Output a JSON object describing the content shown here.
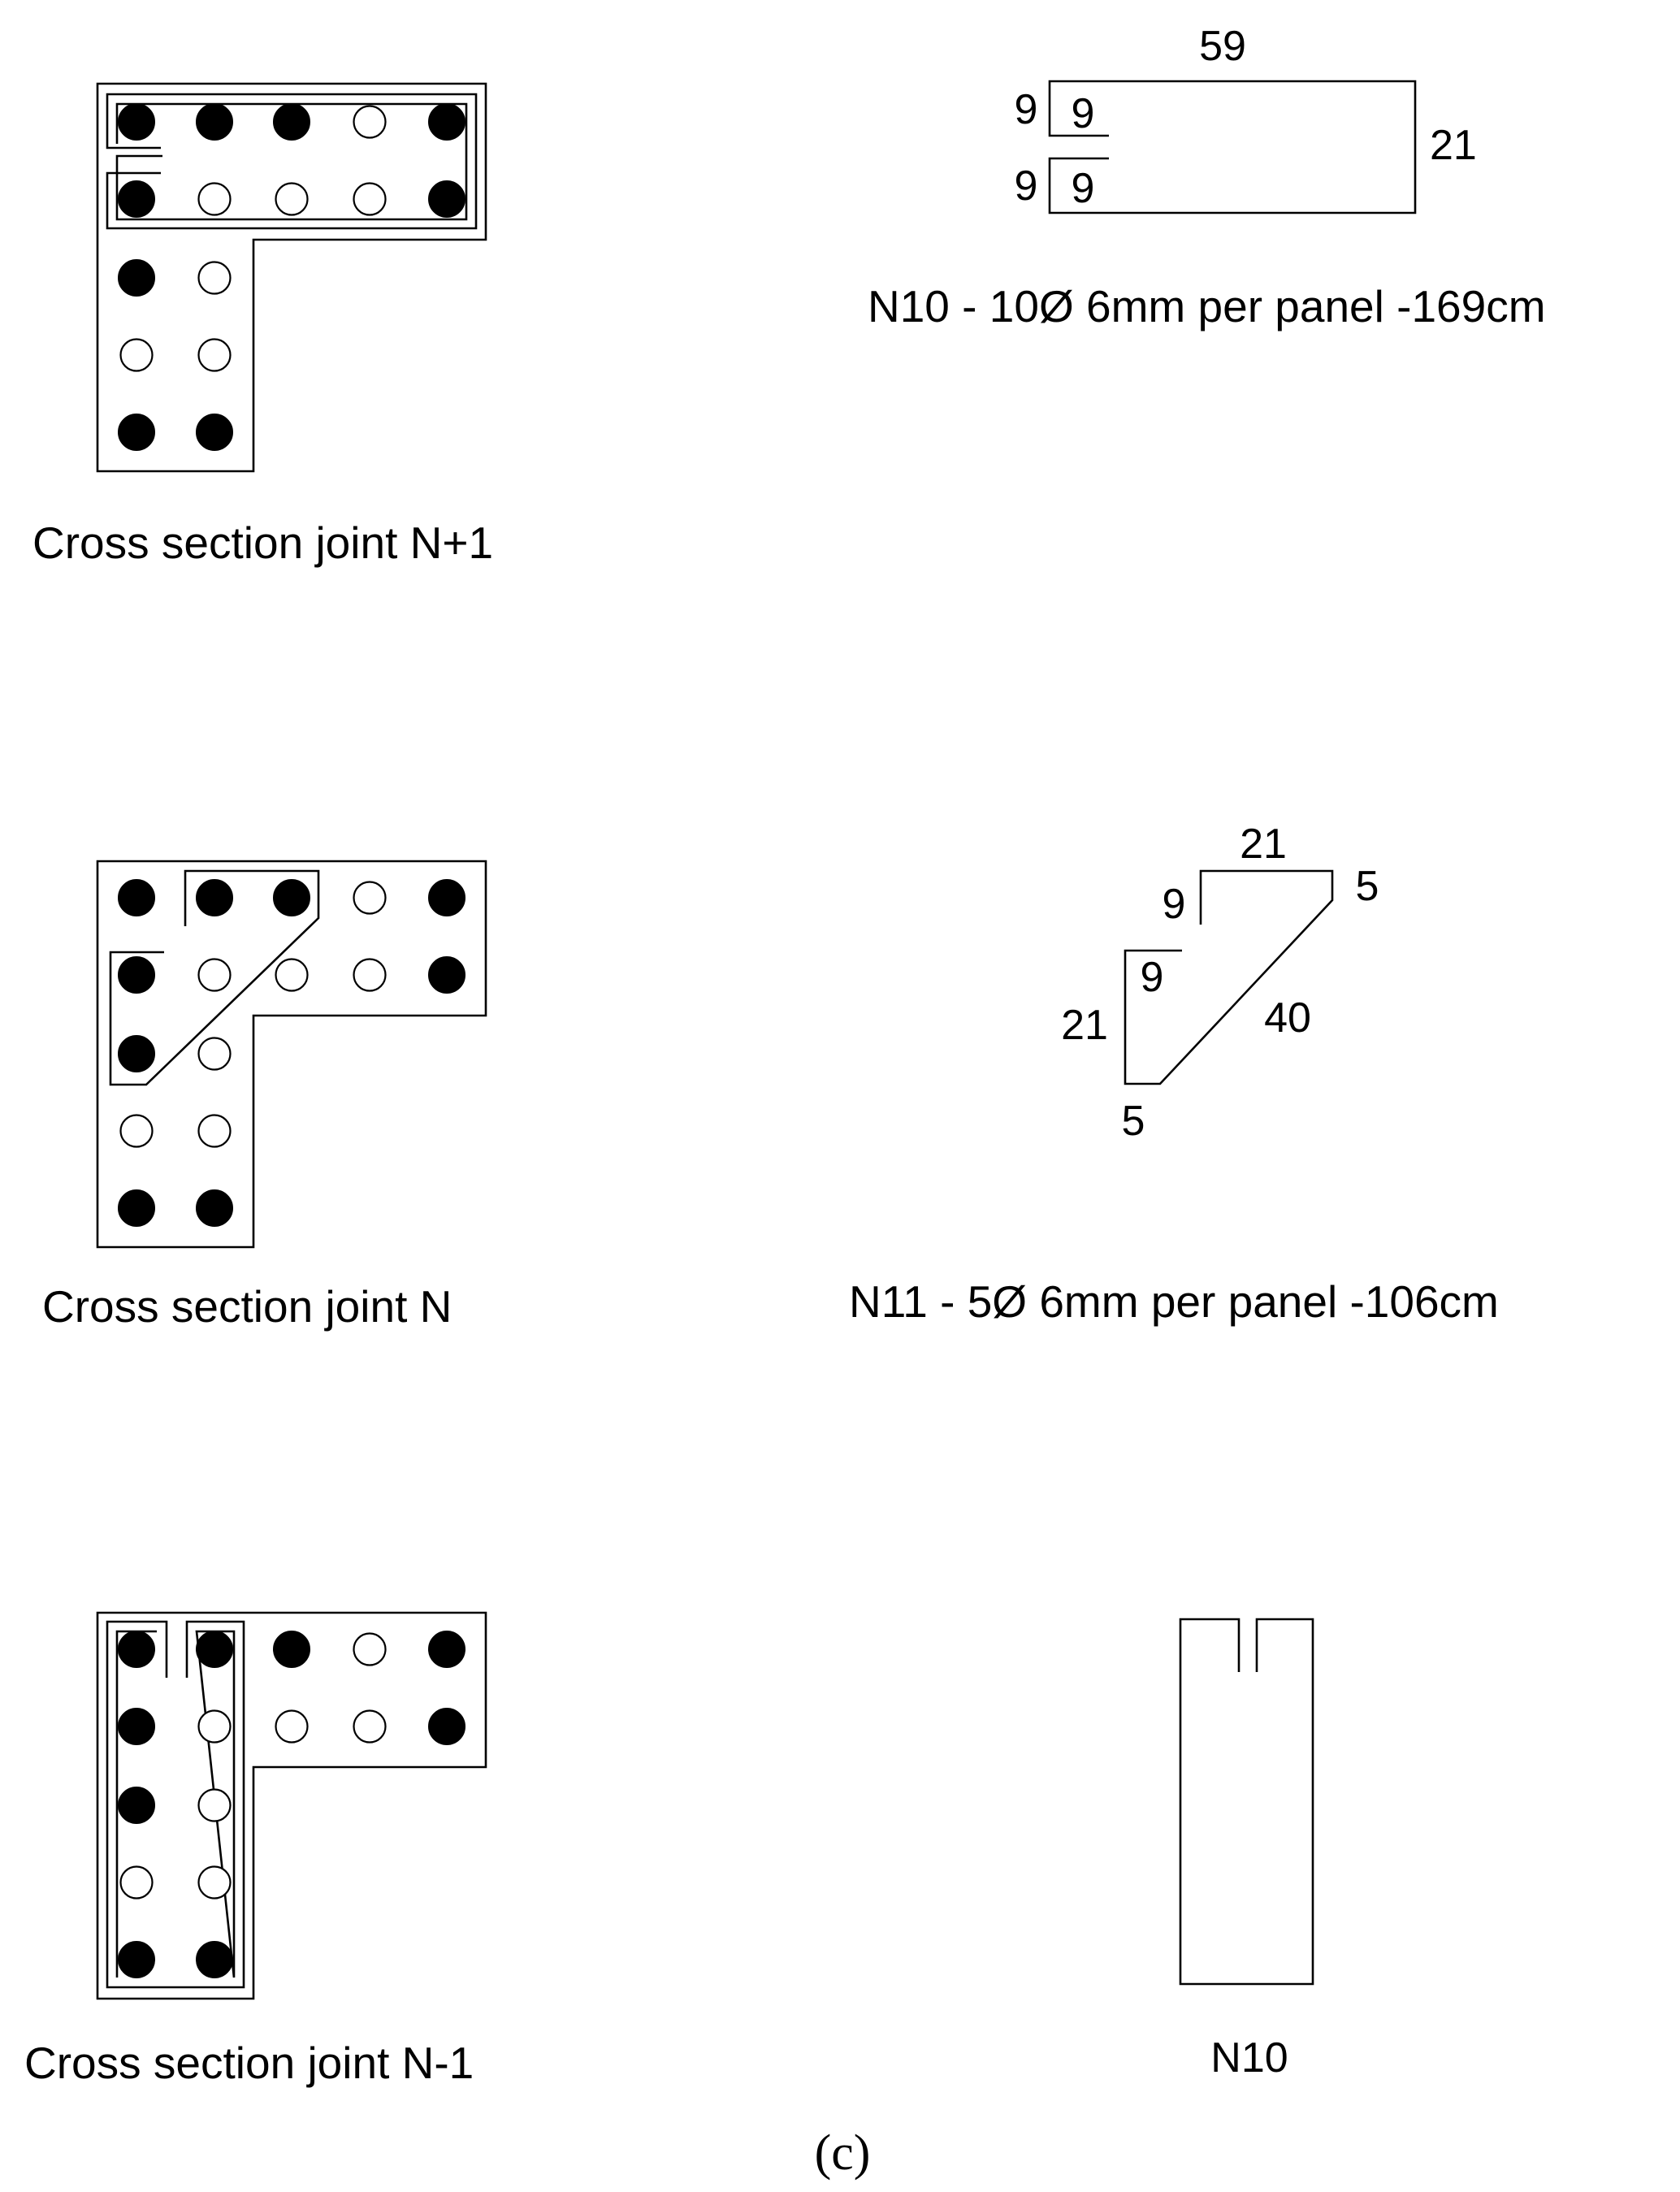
{
  "figure_label": "(c)",
  "sections": [
    {
      "caption": "Cross section joint N+1",
      "rows": [
        [
          1,
          1,
          1,
          0,
          1
        ],
        [
          1,
          0,
          0,
          0,
          1
        ],
        [
          1,
          0
        ],
        [
          0,
          0
        ],
        [
          1,
          1
        ]
      ]
    },
    {
      "caption": "Cross section joint N",
      "rows": [
        [
          1,
          1,
          1,
          0,
          1
        ],
        [
          1,
          0,
          0,
          0,
          1
        ],
        [
          1,
          0
        ],
        [
          0,
          0
        ],
        [
          1,
          1
        ]
      ]
    },
    {
      "caption": "Cross section joint N-1",
      "rows": [
        [
          1,
          1,
          1,
          0,
          1
        ],
        [
          1,
          0,
          0,
          0,
          1
        ],
        [
          1,
          0
        ],
        [
          0,
          0
        ],
        [
          1,
          1
        ]
      ]
    }
  ],
  "n10": {
    "caption": "N10 - 10Ø 6mm per panel -169cm",
    "dims": {
      "top": "59",
      "right": "21",
      "hook_outer_1": "9",
      "hook_inner_1": "9",
      "hook_outer_2": "9",
      "hook_inner_2": "9"
    }
  },
  "n11": {
    "caption": "N11 - 5Ø 6mm per panel -106cm",
    "dims": {
      "top": "21",
      "top_hook": "9",
      "top_right": "5",
      "left": "21",
      "left_hook": "9",
      "diagonal": "40",
      "bottom": "5"
    }
  },
  "n10_view": {
    "caption": "N10"
  }
}
